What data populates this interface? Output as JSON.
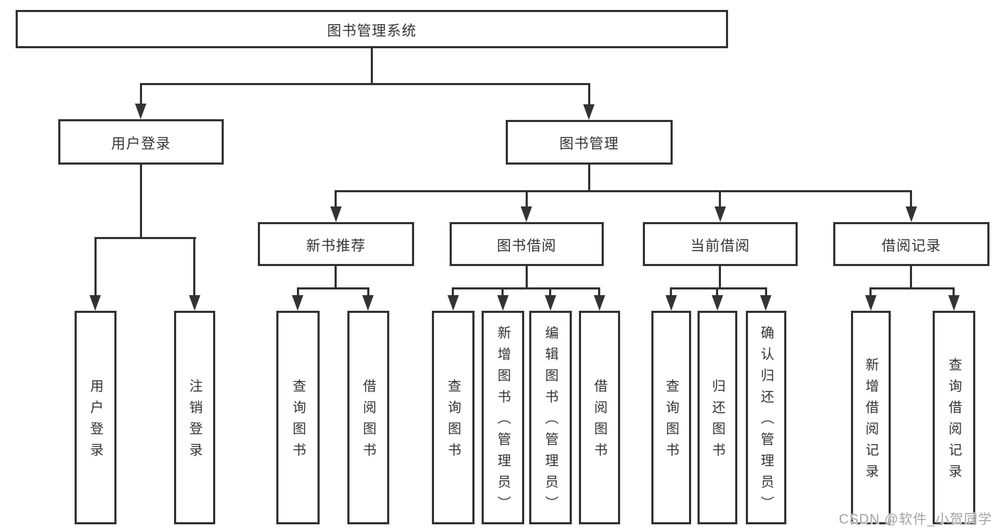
{
  "diagram": {
    "root_label": "图书管理系统",
    "branches": {
      "user_login": "用户登录",
      "book_mgmt": "图书管理"
    },
    "modules": [
      "新书推荐",
      "图书借阅",
      "当前借阅",
      "借阅记录"
    ],
    "leaves": {
      "user_login": [
        "用户登录",
        "注销登录"
      ],
      "new_books": [
        "查询图书",
        "借阅图书"
      ],
      "book_borrow": [
        "查询图书",
        "新增图书（管理员）",
        "编辑图书（管理员）",
        "借阅图书"
      ],
      "current_borrow": [
        "查询图书",
        "归还图书",
        "确认归还（管理员）"
      ],
      "borrow_records": [
        "新增借阅记录",
        "查询借阅记录"
      ]
    }
  },
  "watermark": "CSDN @软件_小贺同学",
  "colors": {
    "line": "#333333",
    "text": "#333333",
    "watermark": "#a2a2a2",
    "background": "#ffffff"
  }
}
